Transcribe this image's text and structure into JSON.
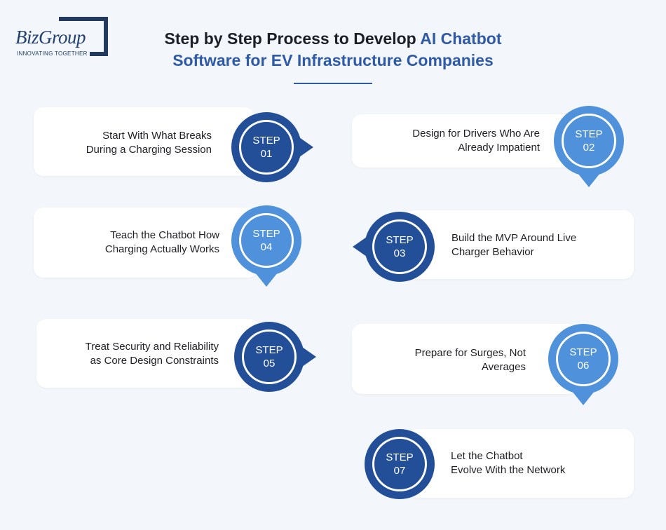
{
  "logo": {
    "name": "BizGroup",
    "tagline": "INNOVATING TOGETHER"
  },
  "title": {
    "line1_plain": "Step by Step Process to Develop ",
    "line1_highlight": "AI Chatbot",
    "line2_highlight": "Software for EV Infrastructure Companies"
  },
  "colors": {
    "dark_blue": "#234f98",
    "light_blue": "#4f91da",
    "heading_blue": "#2e5aa8"
  },
  "steps": [
    {
      "step_word": "STEP",
      "number": "01",
      "line1": "Start With What Breaks",
      "line2": "During a Charging Session",
      "style": "dark",
      "arrow": "right"
    },
    {
      "step_word": "STEP",
      "number": "02",
      "line1": "Design for Drivers Who Are",
      "line2": "Already Impatient",
      "style": "light",
      "arrow": "down"
    },
    {
      "step_word": "STEP",
      "number": "03",
      "line1": "Build the MVP Around Live",
      "line2": "Charger Behavior",
      "style": "dark",
      "arrow": "left"
    },
    {
      "step_word": "STEP",
      "number": "04",
      "line1": "Teach the Chatbot How",
      "line2": "Charging Actually Works",
      "style": "light",
      "arrow": "down"
    },
    {
      "step_word": "STEP",
      "number": "05",
      "line1": "Treat Security and Reliability",
      "line2": "as Core Design Constraints",
      "style": "dark",
      "arrow": "right"
    },
    {
      "step_word": "STEP",
      "number": "06",
      "line1": "Prepare for Surges, Not",
      "line2": "Averages",
      "style": "light",
      "arrow": "down"
    },
    {
      "step_word": "STEP",
      "number": "07",
      "line1": "Let the Chatbot",
      "line2": "Evolve With the Network",
      "style": "dark",
      "arrow": "none"
    }
  ]
}
